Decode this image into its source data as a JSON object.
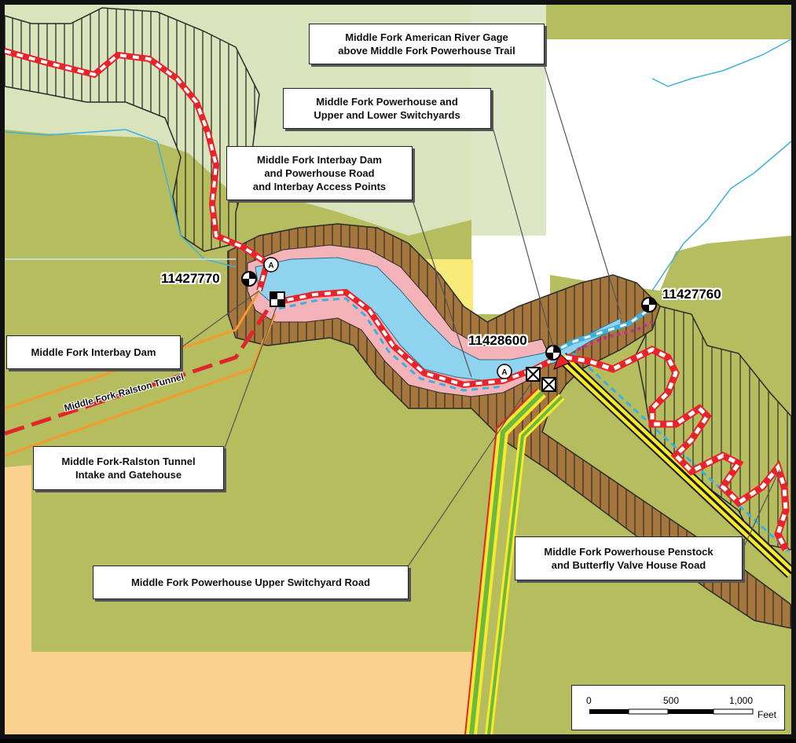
{
  "callouts": {
    "gage_trail": [
      "Middle Fork American River Gage",
      "above Middle Fork Powerhouse Trail"
    ],
    "powerhouse_switchyards": [
      "Middle Fork Powerhouse and",
      "Upper and Lower Switchyards"
    ],
    "interbay_dam_road": [
      "Middle Fork Interbay Dam",
      "and Powerhouse Road",
      "and Interbay Access Points"
    ],
    "interbay_dam": [
      "Middle Fork Interbay Dam"
    ],
    "tunnel_intake": [
      "Middle Fork-Ralston Tunnel",
      "Intake and Gatehouse"
    ],
    "upper_switchyard_road": [
      "Middle Fork Powerhouse Upper Switchyard Road"
    ],
    "penstock_road": [
      "Middle Fork Powerhouse Penstock",
      "and Butterfly Valve House Road"
    ]
  },
  "stations": {
    "s11427770": "11427770",
    "s11427760": "11427760",
    "s11428600": "11428600"
  },
  "tunnel_label": "Middle Fork-Ralston Tunnel",
  "access_point_letter": "A",
  "scale": {
    "ticks": [
      "0",
      "500",
      "1,000"
    ],
    "unit": "Feet"
  },
  "colors": {
    "olive": "#b5bd5e",
    "light_green": "#d9e4bd",
    "peach": "#fbd190",
    "water": "#8fd3ef",
    "brown": "#a5773c",
    "pink": "#f4b3b8",
    "trail_red": "#e8232a",
    "tunnel_red": "#e0262d",
    "water_dash": "#3db0e0",
    "magenta": "#c2308a",
    "yellow": "#f7ea2b",
    "orange": "#f79a2e"
  }
}
